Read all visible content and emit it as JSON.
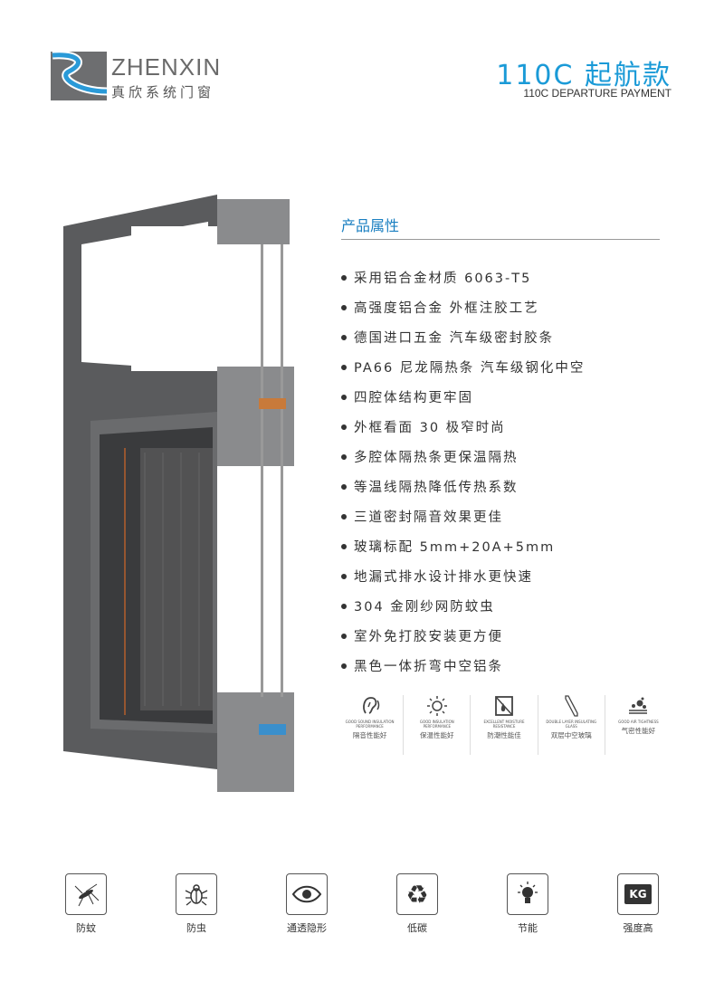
{
  "logo": {
    "brand": "ZHENXIN",
    "brand_cn": "真欣系统门窗"
  },
  "header": {
    "title": "110C 起航款",
    "subtitle": "110C DEPARTURE PAYMENT"
  },
  "attributes": {
    "title": "产品属性",
    "items": [
      "采用铝合金材质 6063-T5",
      "高强度铝合金 外框注胶工艺",
      "德国进口五金 汽车级密封胶条",
      "PA66 尼龙隔热条 汽车级钢化中空",
      "四腔体结构更牢固",
      "外框看面 30 极窄时尚",
      "多腔体隔热条更保温隔热",
      "等温线隔热降低传热系数",
      "三道密封隔音效果更佳",
      "玻璃标配 5mm+20A+5mm",
      "地漏式排水设计排水更快速",
      "304 金刚纱网防蚊虫",
      "室外免打胶安装更方便",
      "黑色一体折弯中空铝条"
    ]
  },
  "performance": [
    {
      "icon": "ear-icon",
      "en": "GOOD SOUND INSULATION PERFORMANCE",
      "cn": "隔音性能好"
    },
    {
      "icon": "sun-icon",
      "en": "GOOD INSULATION PERFORMANCE",
      "cn": "保温性能好"
    },
    {
      "icon": "moisture-icon",
      "en": "EXCELLENT MOISTURE RESISTANCE",
      "cn": "防潮性能佳"
    },
    {
      "icon": "glass-icon",
      "en": "DOUBLE LAYER INSULATING GLASS",
      "cn": "双层中空玻璃"
    },
    {
      "icon": "airtight-icon",
      "en": "GOOD AIR TIGHTNESS",
      "cn": "气密性能好"
    }
  ],
  "benefits": [
    {
      "icon": "mosquito-icon",
      "label": "防蚊"
    },
    {
      "icon": "bug-icon",
      "label": "防虫"
    },
    {
      "icon": "eye-icon",
      "label": "通透隐形"
    },
    {
      "icon": "recycle-icon",
      "label": "低碳"
    },
    {
      "icon": "bulb-icon",
      "label": "节能"
    },
    {
      "icon": "kg-icon",
      "label": "强度高",
      "text": "KG"
    }
  ],
  "colors": {
    "accent": "#1a9ad7",
    "frame": "#5a5b5d"
  }
}
